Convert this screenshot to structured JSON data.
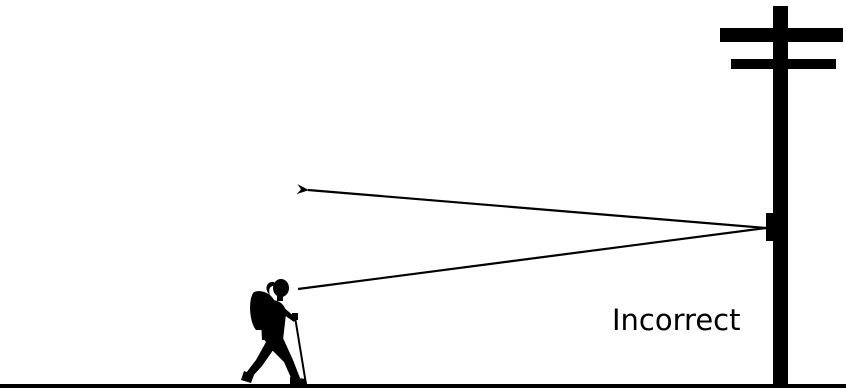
{
  "diagram": {
    "label": "Incorrect",
    "icons": {
      "person": "hiker-with-backpack-and-trekking-pole",
      "pole": "utility-pole",
      "device": "pole-mounted-sensor",
      "arrowhead": "arrowhead-left"
    },
    "colors": {
      "ink": "#000000",
      "background": "#ffffff"
    }
  }
}
